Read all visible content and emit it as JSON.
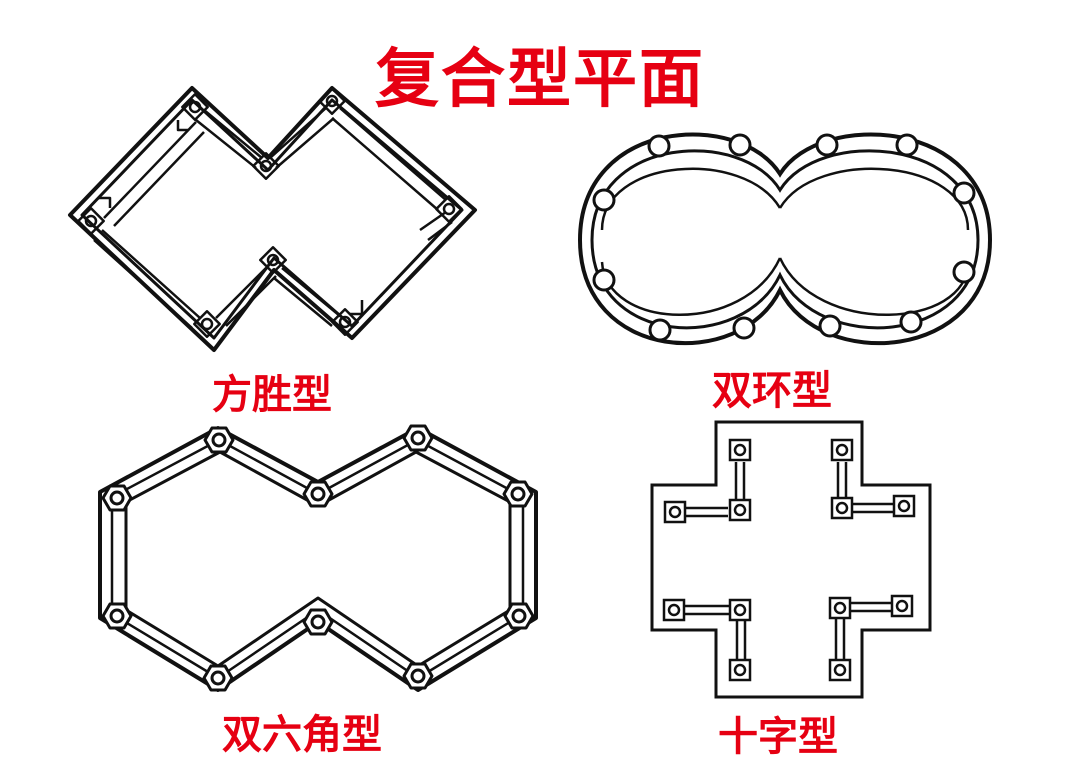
{
  "title": "复合型平面",
  "panels": [
    {
      "id": "fangsheng",
      "label": "方胜型",
      "icon": "double-diamond-plan"
    },
    {
      "id": "shuanghuan",
      "label": "双环型",
      "icon": "double-ring-plan"
    },
    {
      "id": "shuangliujiao",
      "label": "双六角型",
      "icon": "double-hexagon-plan"
    },
    {
      "id": "shizi",
      "label": "十字型",
      "icon": "cross-plan"
    }
  ],
  "colors": {
    "label": "#e60012",
    "line": "#111111",
    "background": "#ffffff"
  }
}
